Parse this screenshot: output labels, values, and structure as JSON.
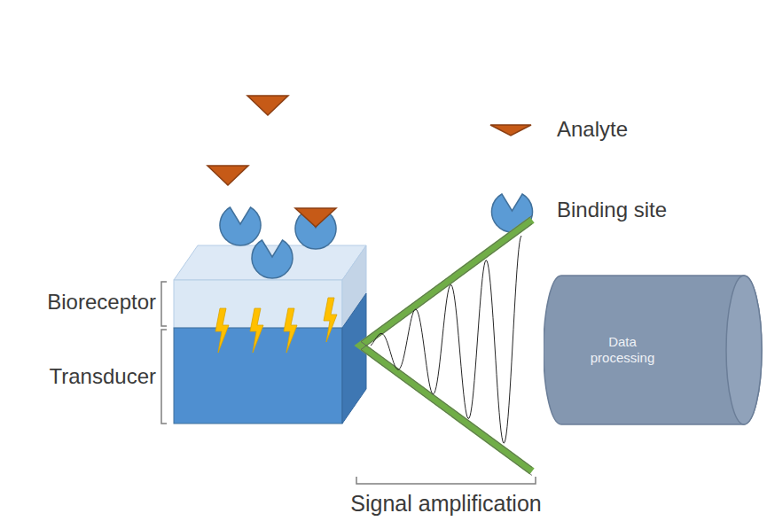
{
  "diagram": {
    "nodes": [
      {
        "text": [
          "Data processing"
        ]
      }
    ],
    "labels": [
      "Bioreceptor",
      "Transducer",
      "Signal amplification"
    ],
    "legend": [
      {
        "text": "Analyte"
      },
      {
        "text": "Binding site"
      }
    ]
  }
}
